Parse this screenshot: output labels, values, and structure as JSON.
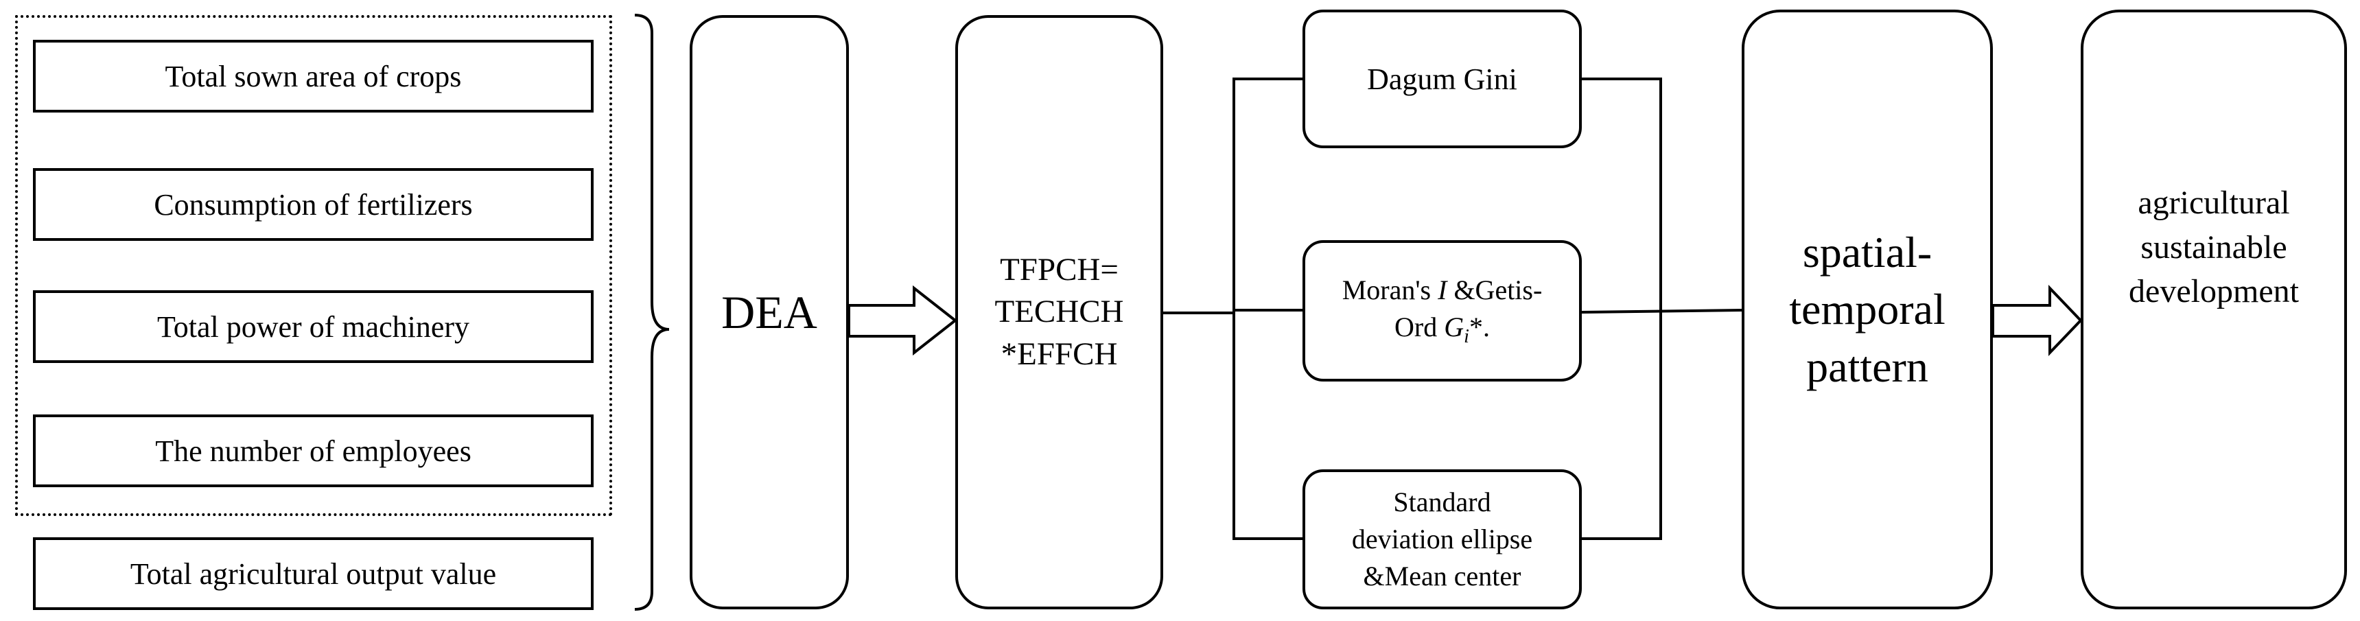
{
  "inputs": {
    "items": [
      "Total sown area of crops",
      "Consumption of fertilizers",
      "Total power of machinery",
      "The number of employees"
    ],
    "output": "Total agricultural output value"
  },
  "dea": {
    "label": "DEA"
  },
  "tfpch": {
    "lines": [
      "TFPCH=",
      "TECHCH",
      "*EFFCH"
    ]
  },
  "methods": {
    "dagum": "Dagum Gini",
    "moran": {
      "line1": "Moran's I &Getis-",
      "line2_prefix": "Ord G",
      "line2_sub": "i",
      "line2_suffix": "*."
    },
    "sde": [
      "Standard",
      "deviation ellipse",
      "&Mean center"
    ]
  },
  "pattern": {
    "lines": [
      "spatial-",
      "temporal",
      "pattern"
    ]
  },
  "goal": {
    "lines": [
      "agricultural",
      "sustainable",
      "development"
    ]
  }
}
